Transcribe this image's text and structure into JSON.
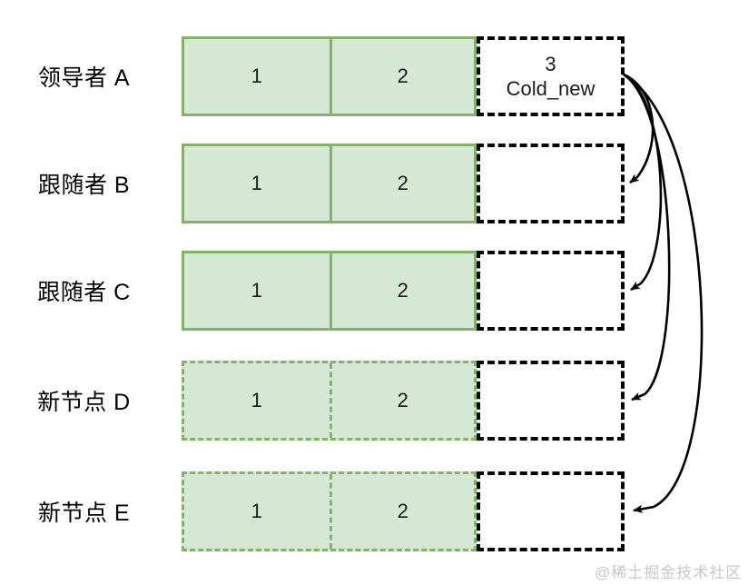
{
  "diagram": {
    "title_text": "",
    "colors": {
      "committed_fill": "#d5e8d4",
      "committed_stroke": "#82b366",
      "uncommitted_stroke": "#000000",
      "background": "#ffffff",
      "watermark": "#c8c8c8"
    },
    "entry_headers": [
      "1",
      "2"
    ],
    "rows": [
      {
        "label": "领导者 A",
        "committed_style": "solid",
        "entries": [
          "1",
          "2"
        ],
        "uncommitted": {
          "index": "3",
          "name": "Cold_new",
          "visible": true
        },
        "arrow_role": "source"
      },
      {
        "label": "跟随者 B",
        "committed_style": "solid",
        "entries": [
          "1",
          "2"
        ],
        "uncommitted": {
          "index": "",
          "name": "",
          "visible": false
        },
        "arrow_role": "target"
      },
      {
        "label": "跟随者 C",
        "committed_style": "solid",
        "entries": [
          "1",
          "2"
        ],
        "uncommitted": {
          "index": "",
          "name": "",
          "visible": false
        },
        "arrow_role": "target"
      },
      {
        "label": "新节点 D",
        "committed_style": "dashed",
        "entries": [
          "1",
          "2"
        ],
        "uncommitted": {
          "index": "",
          "name": "",
          "visible": false
        },
        "arrow_role": "target"
      },
      {
        "label": "新节点 E",
        "committed_style": "dashed",
        "entries": [
          "1",
          "2"
        ],
        "uncommitted": {
          "index": "",
          "name": "",
          "visible": false
        },
        "arrow_role": "target"
      }
    ],
    "arrows": {
      "count": 4,
      "from_row": "领导者 A",
      "to_rows": [
        "跟随者 B",
        "跟随者 C",
        "新节点 D",
        "新节点 E"
      ],
      "style": "curved-replication-arrow"
    },
    "watermark": "@稀土掘金技术社区"
  }
}
